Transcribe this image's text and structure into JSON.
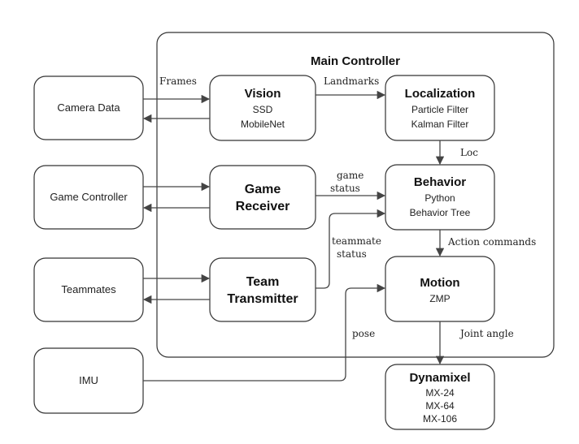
{
  "main_controller": {
    "title": "Main Controller"
  },
  "external": {
    "camera": "Camera Data",
    "game_controller": "Game Controller",
    "teammates": "Teammates",
    "imu": "IMU"
  },
  "modules": {
    "vision": {
      "title": "Vision",
      "lines": [
        "SSD",
        "MobileNet"
      ]
    },
    "localization": {
      "title": "Localization",
      "lines": [
        "Particle Filter",
        "Kalman Filter"
      ]
    },
    "game_receiver": {
      "title_lines": [
        "Game",
        "Receiver"
      ]
    },
    "behavior": {
      "title": "Behavior",
      "lines": [
        "Python",
        "Behavior Tree"
      ]
    },
    "team_transmitter": {
      "title_lines": [
        "Team",
        "Transmitter"
      ]
    },
    "motion": {
      "title": "Motion",
      "lines": [
        "ZMP"
      ]
    },
    "dynamixel": {
      "title": "Dynamixel",
      "lines": [
        "MX-24",
        "MX-64",
        "MX-106"
      ]
    }
  },
  "edge_labels": {
    "frames": "Frames",
    "landmarks": "Landmarks",
    "loc": "Loc",
    "game_status": [
      "game",
      "status"
    ],
    "teammate_status": [
      "teammate",
      "status"
    ],
    "action_commands": "Action commands",
    "pose": "pose",
    "joint_angle": "Joint angle"
  }
}
